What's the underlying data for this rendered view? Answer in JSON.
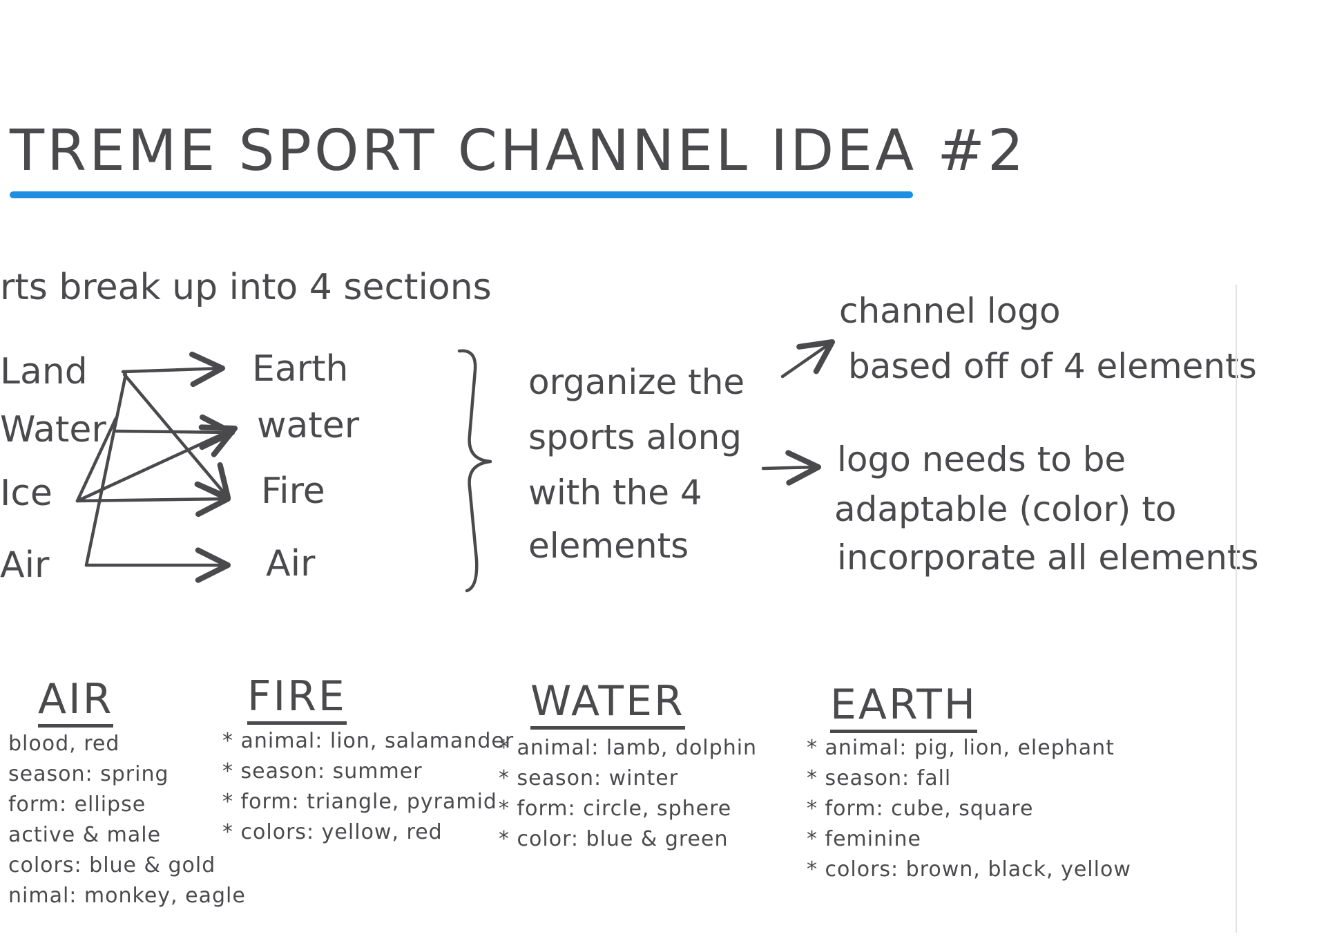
{
  "colors": {
    "ink": "#4a4a4d",
    "accent_underline": "#1e8fe0",
    "paper": "#ffffff"
  },
  "title": "TREME SPORT CHANNEL IDEA #2",
  "subtitle": "rts break up into 4 sections",
  "left_list": [
    "Land",
    "Water",
    "Ice",
    "Air"
  ],
  "right_list": [
    "Earth",
    "water",
    "Fire",
    "Air"
  ],
  "organize_text": [
    "organize the",
    "sports along",
    "with the 4",
    "elements"
  ],
  "channel_logo": [
    "channel logo",
    "based off of 4 elements"
  ],
  "logo_needs": [
    "logo needs to be",
    "adaptable (color) to",
    "incorporate all elements"
  ],
  "sections": {
    "air": {
      "heading": "AIR",
      "lines": [
        "blood, red",
        "season: spring",
        "form: ellipse",
        "active & male",
        "colors: blue & gold",
        "nimal: monkey, eagle"
      ]
    },
    "fire": {
      "heading": "FIRE",
      "lines": [
        "* animal: lion, salamander",
        "* season: summer",
        "* form: triangle, pyramid",
        "* colors: yellow, red"
      ]
    },
    "water": {
      "heading": "WATER",
      "lines": [
        "* animal: lamb, dolphin",
        "* season: winter",
        "* form: circle, sphere",
        "* color: blue & green"
      ]
    },
    "earth": {
      "heading": "EARTH",
      "lines": [
        "* animal: pig, lion, elephant",
        "* season: fall",
        "* form: cube, square",
        "* feminine",
        "* colors: brown, black, yellow"
      ]
    }
  }
}
